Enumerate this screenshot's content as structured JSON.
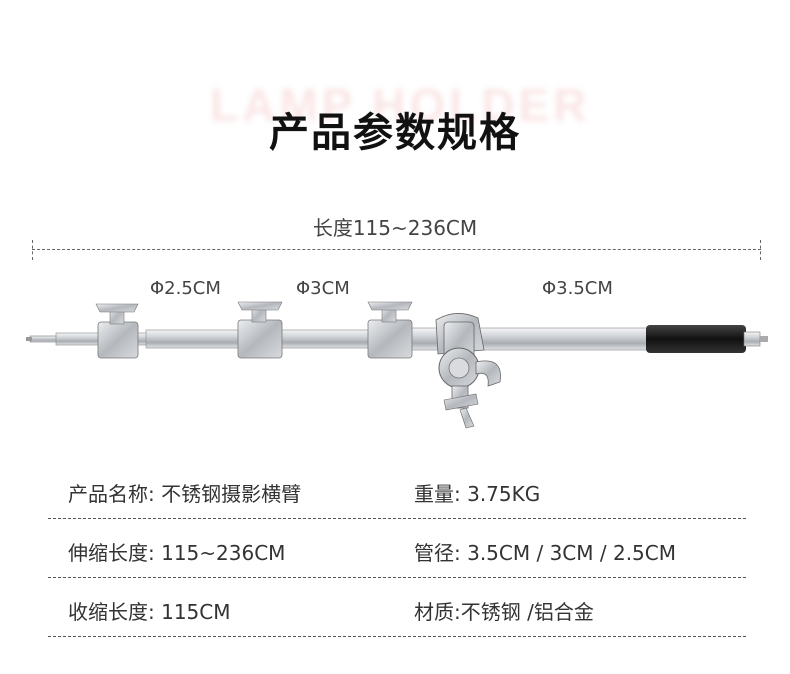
{
  "watermark": "LAMP HOLDER",
  "title": "产品参数规格",
  "length_label": "长度115~236CM",
  "diameters": {
    "d1": "Φ2.5CM",
    "d2": "Φ3CM",
    "d3": "Φ3.5CM"
  },
  "specs": [
    {
      "left": "产品名称: 不锈钢摄影横臂",
      "right": "重量: 3.75KG"
    },
    {
      "left": "伸缩长度: 115~236CM",
      "right": "管径: 3.5CM / 3CM / 2.5CM"
    },
    {
      "left": "收缩长度: 115CM",
      "right": "材质:不锈钢 /铝合金"
    }
  ],
  "colors": {
    "steel": "#c9ccd1",
    "grip": "#1c1c1c"
  }
}
